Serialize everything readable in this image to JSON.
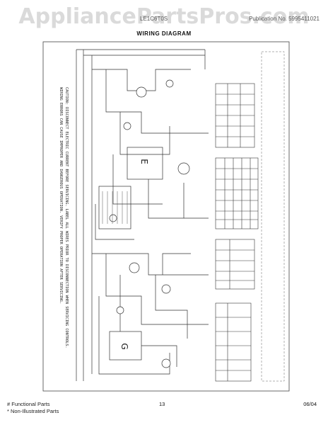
{
  "watermark": "AppliancePartsPros.com",
  "header": {
    "model": "LE1C6T0S",
    "publication": "Publication No. 5995411021"
  },
  "title": "WIRING DIAGRAM",
  "caution_text": [
    "CAUTION: DISCONNECT ELECTRIC CURRENT BEFORE SERVICING. LABEL ALL WIRES PRIOR TO DISCONNECTION WHEN SERVICING CONTROLS.",
    "WIRING ERRORS CAN CAUSE IMPROPER AND DANGEROUS OPERATION. VERIFY PROPER OPERATION AFTER SERVICING."
  ],
  "footer": {
    "functional": "# Functional Parts",
    "non_illustrated": "* Non-Illustrated Parts",
    "page": "13",
    "date": "06/04"
  }
}
